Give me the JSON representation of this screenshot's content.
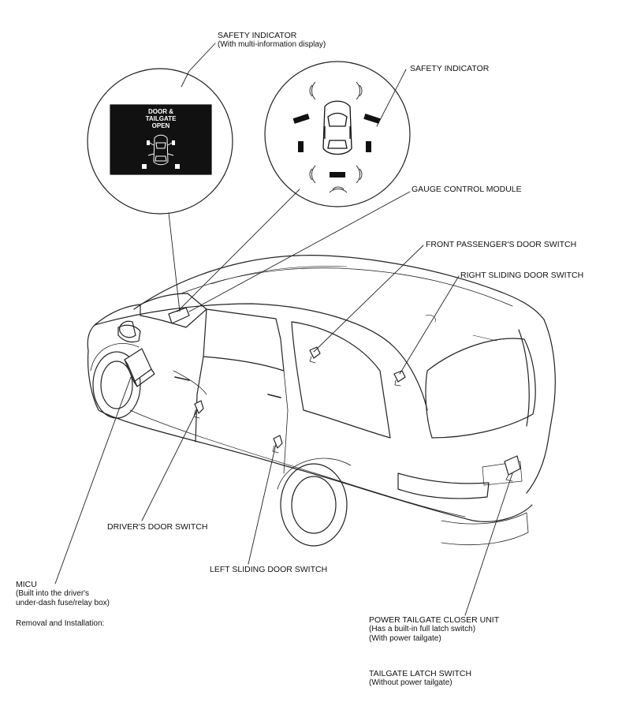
{
  "labels": {
    "safety_indicator_mid": {
      "title": "SAFETY INDICATOR",
      "sub": "(With multi-information display)"
    },
    "safety_indicator": {
      "title": "SAFETY INDICATOR"
    },
    "gauge_control_module": {
      "title": "GAUGE CONTROL MODULE"
    },
    "front_passenger_door_switch": {
      "title": "FRONT PASSENGER'S DOOR SWITCH"
    },
    "right_sliding_door_switch": {
      "title": "RIGHT SLIDING DOOR SWITCH"
    },
    "drivers_door_switch": {
      "title": "DRIVER'S DOOR SWITCH"
    },
    "left_sliding_door_switch": {
      "title": "LEFT SLIDING DOOR SWITCH"
    },
    "micu": {
      "title": "MICU",
      "line1": "(Built into the driver's",
      "line2": "under-dash fuse/relay box)",
      "removal": "Removal and Installation:"
    },
    "power_tailgate_closer_unit": {
      "title": "POWER TAILGATE CLOSER UNIT",
      "line1": "(Has a built-in full latch switch)",
      "line2": "(With power tailgate)"
    },
    "tailgate_latch_switch": {
      "title": "TAILGATE LATCH SWITCH",
      "line1": "(Without power tailgate)"
    }
  },
  "display": {
    "line1": "DOOR &",
    "line2": "TAILGATE",
    "line3": "OPEN"
  }
}
